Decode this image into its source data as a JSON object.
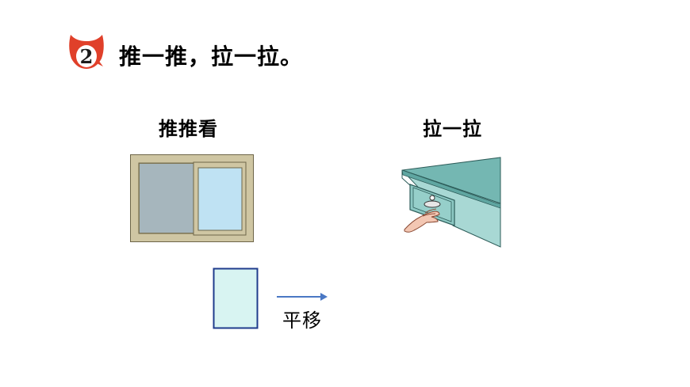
{
  "badge": {
    "number": "2",
    "icon": "fox-icon",
    "color": "#e0402a"
  },
  "title": "推一推，拉一拉。",
  "labels": {
    "push": "推推看",
    "pull": "拉一拉",
    "translate": "平移"
  },
  "colors": {
    "window_frame": "#cfc6a3",
    "window_left_pane": "#a6b6bd",
    "window_right_pane": "#bfe2f3",
    "drawer_top": "#74b7b2",
    "drawer_front": "#a8d8d4",
    "shape_fill": "#d8f4f2",
    "shape_stroke": "#1f3b8c",
    "arrow": "#4a78c4"
  },
  "icons": {
    "window": "sliding-window-icon",
    "drawer": "drawer-with-hand-icon",
    "rectangle": "rectangle-shape-icon",
    "arrow": "right-arrow-icon"
  }
}
